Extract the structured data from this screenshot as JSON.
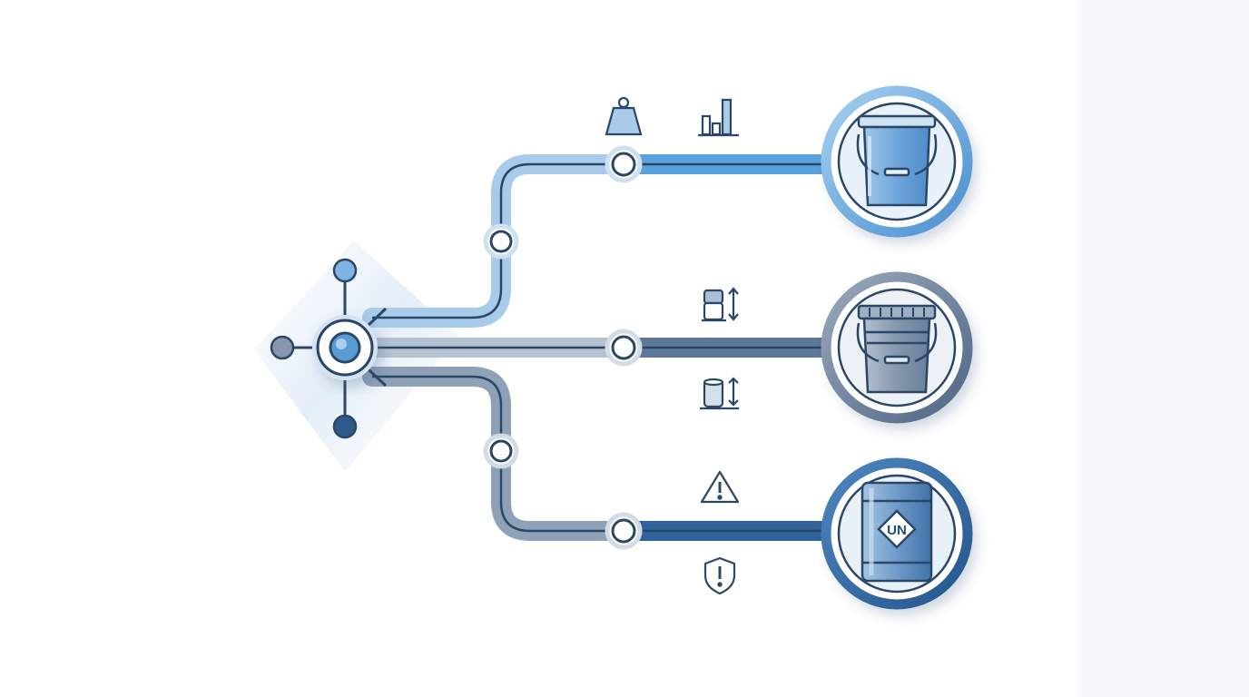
{
  "colors": {
    "branch_light": "#5aa2dc",
    "branch_mid": "#5d7899",
    "branch_dark": "#2e649b",
    "track_light": "#a9cbeb",
    "track_mid": "#b4c1d0",
    "track_dark": "#8ea1b7",
    "stroke": "#2b4766"
  },
  "diagram": {
    "hub": {
      "icon": "network-hub-icon"
    },
    "branches": [
      {
        "id": "top",
        "container_icon": "paint-bucket-icon",
        "indicator_icons": [
          "weight-icon",
          "bar-chart-icon"
        ]
      },
      {
        "id": "middle",
        "container_icon": "metal-pail-icon",
        "indicator_icons": [
          "stacked-cylinders-height-icon",
          "cylinder-height-icon"
        ]
      },
      {
        "id": "bottom",
        "container_icon": "hazmat-drum-icon",
        "indicator_icons": [
          "warning-triangle-icon",
          "shield-alert-icon"
        ],
        "label": "UN"
      }
    ]
  }
}
